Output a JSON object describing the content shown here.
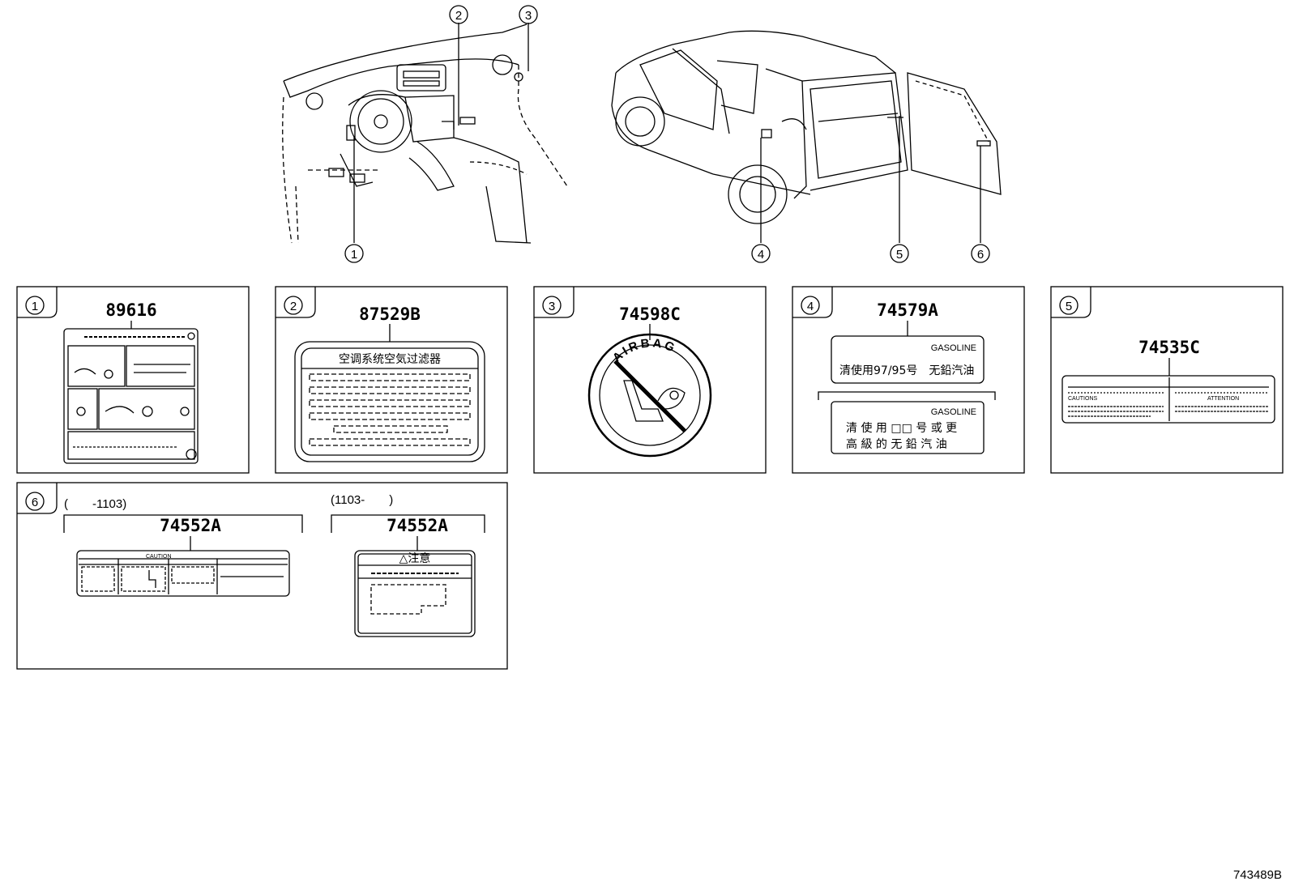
{
  "callouts": [
    "1",
    "2",
    "3",
    "4",
    "5",
    "6"
  ],
  "labels": [
    {
      "num": "1",
      "part": "89616"
    },
    {
      "num": "2",
      "part": "87529B",
      "text": "空调系统空気过滤器"
    },
    {
      "num": "3",
      "part": "74598C",
      "text": "AIRBAG"
    },
    {
      "num": "4",
      "part": "74579A",
      "top_brand": "GASOLINE",
      "top_text": "清使用97/95号　无鉛汽油",
      "bottom_brand": "GASOLINE",
      "bottom_line1": "清 使 用 □□ 号 或 更",
      "bottom_line2": "高 級 的 无 鉛 汽 油"
    },
    {
      "num": "5",
      "part": "74535C",
      "text_caution": "CAUTIONS",
      "text_attention": "ATTENTION"
    },
    {
      "num": "6",
      "range_left": "(　　-1103)",
      "range_right": "(1103-　　)",
      "part_left": "74552A",
      "part_right": "74552A",
      "caution": "CAUTION",
      "notice": "△注意"
    }
  ],
  "ref_code": "743489B"
}
